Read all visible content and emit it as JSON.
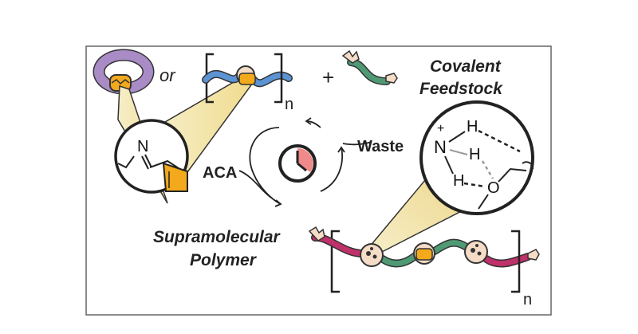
{
  "labels": {
    "or": "or",
    "n_top": "n",
    "plus": "+",
    "covalent": "Covalent",
    "feedstock": "Feedstock",
    "waste": "Waste",
    "aca": "ACA",
    "supramolecular": "Supramolecular",
    "polymer": "Polymer",
    "n_bottom": "n"
  },
  "atoms": {
    "n_left": "N",
    "plus_charge": "+",
    "n_right": "N",
    "h_top": "H",
    "h_mid": "H",
    "h_bottom": "H",
    "o": "O"
  },
  "colors": {
    "purple_ring": "#a98bc6",
    "blue_chain": "#5b93d3",
    "green_chain": "#4f9a75",
    "magenta_chain": "#c0306a",
    "orange_unit": "#f2a91c",
    "cream": "#f4dcc6",
    "clock_red": "#f08a8a",
    "cone_yellow": "#f3e7b5",
    "frame": "#555555"
  }
}
